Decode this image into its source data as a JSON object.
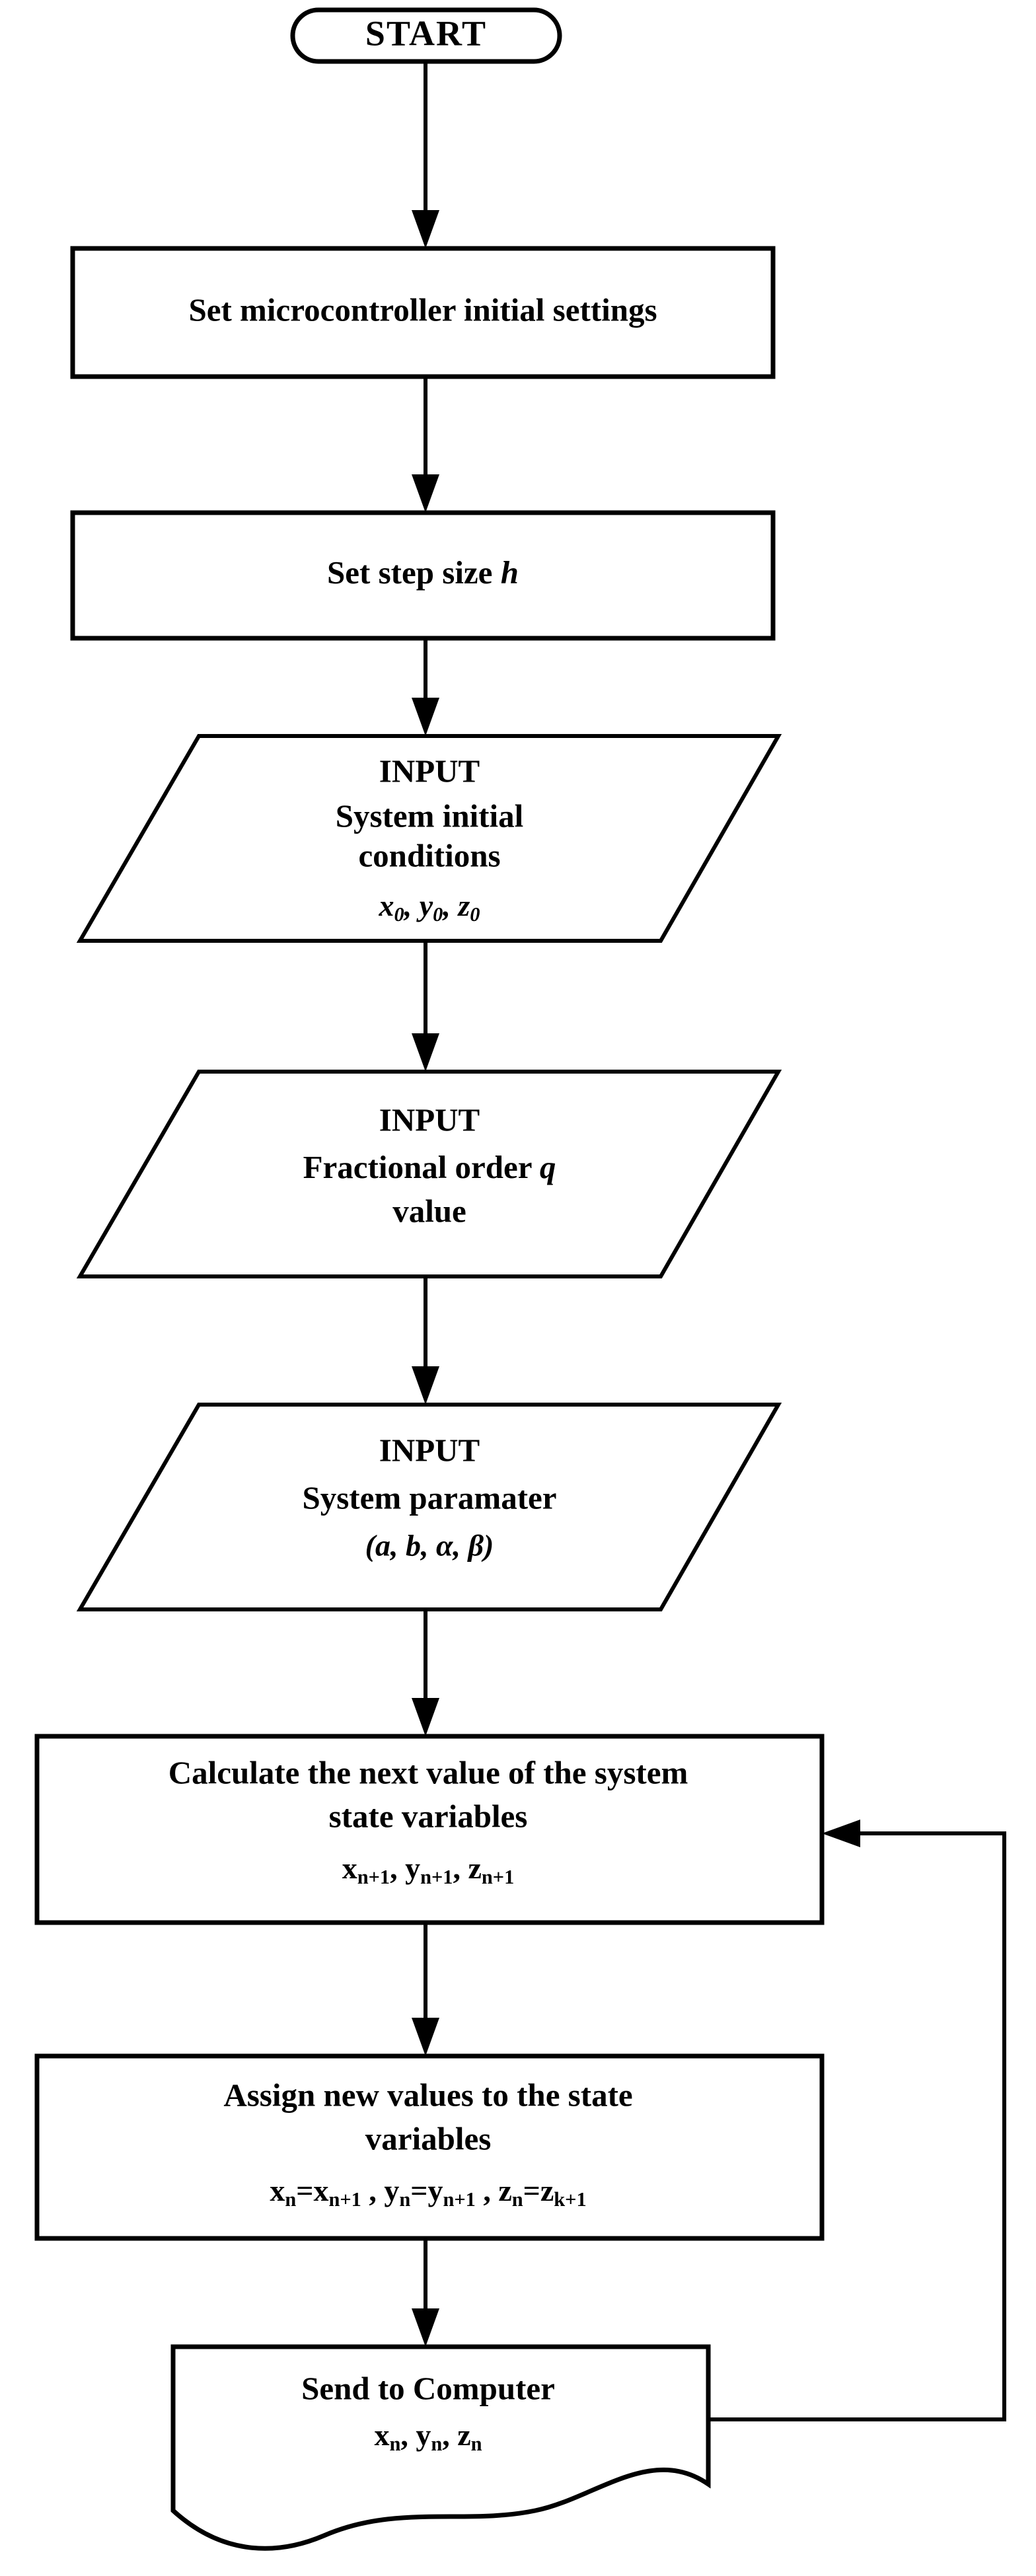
{
  "diagram": {
    "title": "Microcontroller fractional-order chaotic system flowchart",
    "stroke_color": "#000000",
    "fill_color": "#ffffff",
    "background": "#ffffff"
  },
  "nodes": {
    "start": {
      "type": "terminator",
      "label": "START"
    },
    "init_settings": {
      "type": "process",
      "line1": "Set microcontroller initial settings"
    },
    "step_size": {
      "type": "process",
      "line1_pre": "Set step size ",
      "line1_var": "h"
    },
    "input_initial_conditions": {
      "type": "input",
      "line1": "INPUT",
      "line2": "System initial",
      "line3": "conditions",
      "math_x": "x",
      "math_x_sub": "0",
      "math_y": "y",
      "math_y_sub": "0",
      "math_z": "z",
      "math_z_sub": "0",
      "sep": ", "
    },
    "input_fractional_order": {
      "type": "input",
      "line1": "INPUT",
      "line2_pre": "Fractional order ",
      "line2_var": "q",
      "line3": "value"
    },
    "input_system_parameter": {
      "type": "input",
      "line1": "INPUT",
      "line2": "System paramater",
      "line3": "(a, b, α, β)"
    },
    "calculate_next_value": {
      "type": "process",
      "line1": "Calculate the next value of the system",
      "line2": "state variables",
      "math_x": "x",
      "math_x_sub": "n+1",
      "math_y": "y",
      "math_y_sub": "n+1",
      "math_z": "z",
      "math_z_sub": "n+1",
      "sep": ",  "
    },
    "assign_new_values": {
      "type": "process",
      "line1": "Assign new values to the state",
      "line2": "variables",
      "eq1_lhs": "x",
      "eq1_lhs_sub": "n",
      "eq1_rhs": "x",
      "eq1_rhs_sub": "n+1",
      "eq2_lhs": "y",
      "eq2_lhs_sub": "n",
      "eq2_rhs": "y",
      "eq2_rhs_sub": "n+1",
      "eq3_lhs": "z",
      "eq3_lhs_sub": "n",
      "eq3_rhs": "z",
      "eq3_rhs_sub": "k+1",
      "eq_op": "=",
      "sep": " ,  "
    },
    "send_to_computer": {
      "type": "document",
      "line1": "Send to Computer",
      "math_x": "x",
      "math_x_sub": "n",
      "math_y": "y",
      "math_y_sub": "n",
      "math_z": "z",
      "math_z_sub": "n",
      "sep": ", "
    }
  },
  "edges": [
    {
      "name": "start-to-init",
      "from": "start",
      "to": "init_settings",
      "kind": "straight-down",
      "arrow": true
    },
    {
      "name": "init-to-step",
      "from": "init_settings",
      "to": "step_size",
      "kind": "straight-down",
      "arrow": true
    },
    {
      "name": "step-to-initial-cond",
      "from": "step_size",
      "to": "input_initial_conditions",
      "kind": "straight-down",
      "arrow": true
    },
    {
      "name": "initial-cond-to-frac",
      "from": "input_initial_conditions",
      "to": "input_fractional_order",
      "kind": "straight-down",
      "arrow": true
    },
    {
      "name": "frac-to-param",
      "from": "input_fractional_order",
      "to": "input_system_parameter",
      "kind": "straight-down",
      "arrow": true
    },
    {
      "name": "param-to-calculate",
      "from": "input_system_parameter",
      "to": "calculate_next_value",
      "kind": "straight-down",
      "arrow": true
    },
    {
      "name": "calculate-to-assign",
      "from": "calculate_next_value",
      "to": "assign_new_values",
      "kind": "straight-down",
      "arrow": true
    },
    {
      "name": "assign-to-send",
      "from": "assign_new_values",
      "to": "send_to_computer",
      "kind": "straight-down",
      "arrow": true
    },
    {
      "name": "feedback-loop",
      "from": "send_to_computer",
      "to": "calculate_next_value",
      "kind": "right-up-left",
      "arrow": true
    }
  ]
}
